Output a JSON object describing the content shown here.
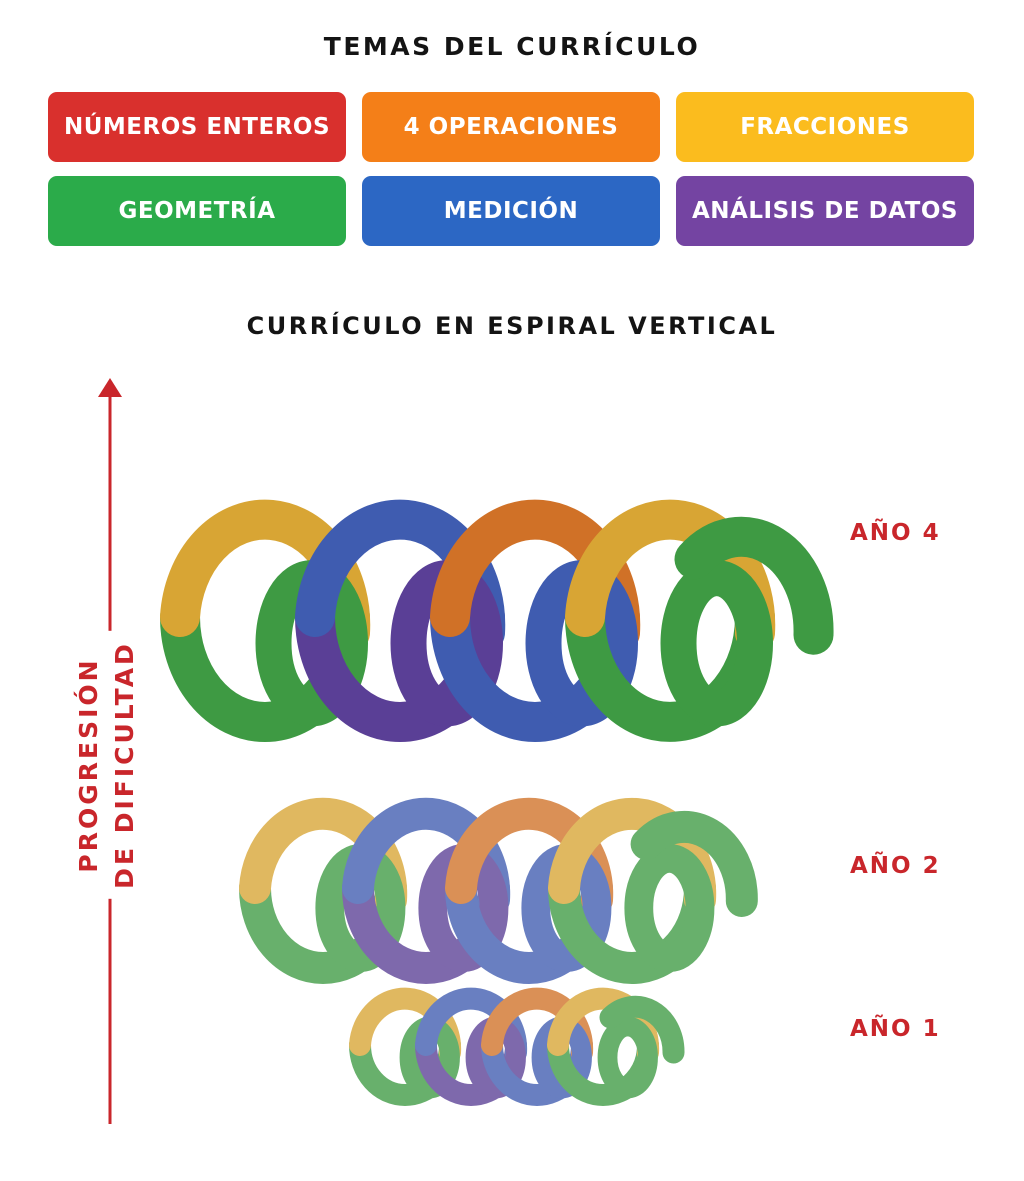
{
  "title_topics": "TEMAS DEL CURRÍCULO",
  "title_spiral": "CURRÍCULO EN ESPIRAL VERTICAL",
  "topics": [
    {
      "label": "NÚMEROS ENTEROS",
      "color": "#d9302d"
    },
    {
      "label": "4 OPERACIONES",
      "color": "#f47f18"
    },
    {
      "label": "FRACCIONES",
      "color": "#fbbc1e"
    },
    {
      "label": "GEOMETRÍA",
      "color": "#2bab4a"
    },
    {
      "label": "MEDICIÓN",
      "color": "#2c67c4"
    },
    {
      "label": "ANÁLISIS DE DATOS",
      "color": "#7444a2"
    }
  ],
  "axis": {
    "line1": "PROGRESIÓN",
    "line2": "DE DIFICULTAD",
    "color": "#c9262b"
  },
  "years": [
    "AÑO 4",
    "AÑO 2",
    "AÑO 1"
  ],
  "coil_colors": {
    "gold": "#d8a534",
    "green": "#3e9a43",
    "blue": "#3f5cb0",
    "purple": "#5a3f96",
    "orange": "#d07127"
  },
  "coil_sequence": [
    [
      "gold",
      "green"
    ],
    [
      "blue",
      "purple"
    ],
    [
      "orange",
      "blue"
    ],
    [
      "gold",
      "green"
    ]
  ]
}
